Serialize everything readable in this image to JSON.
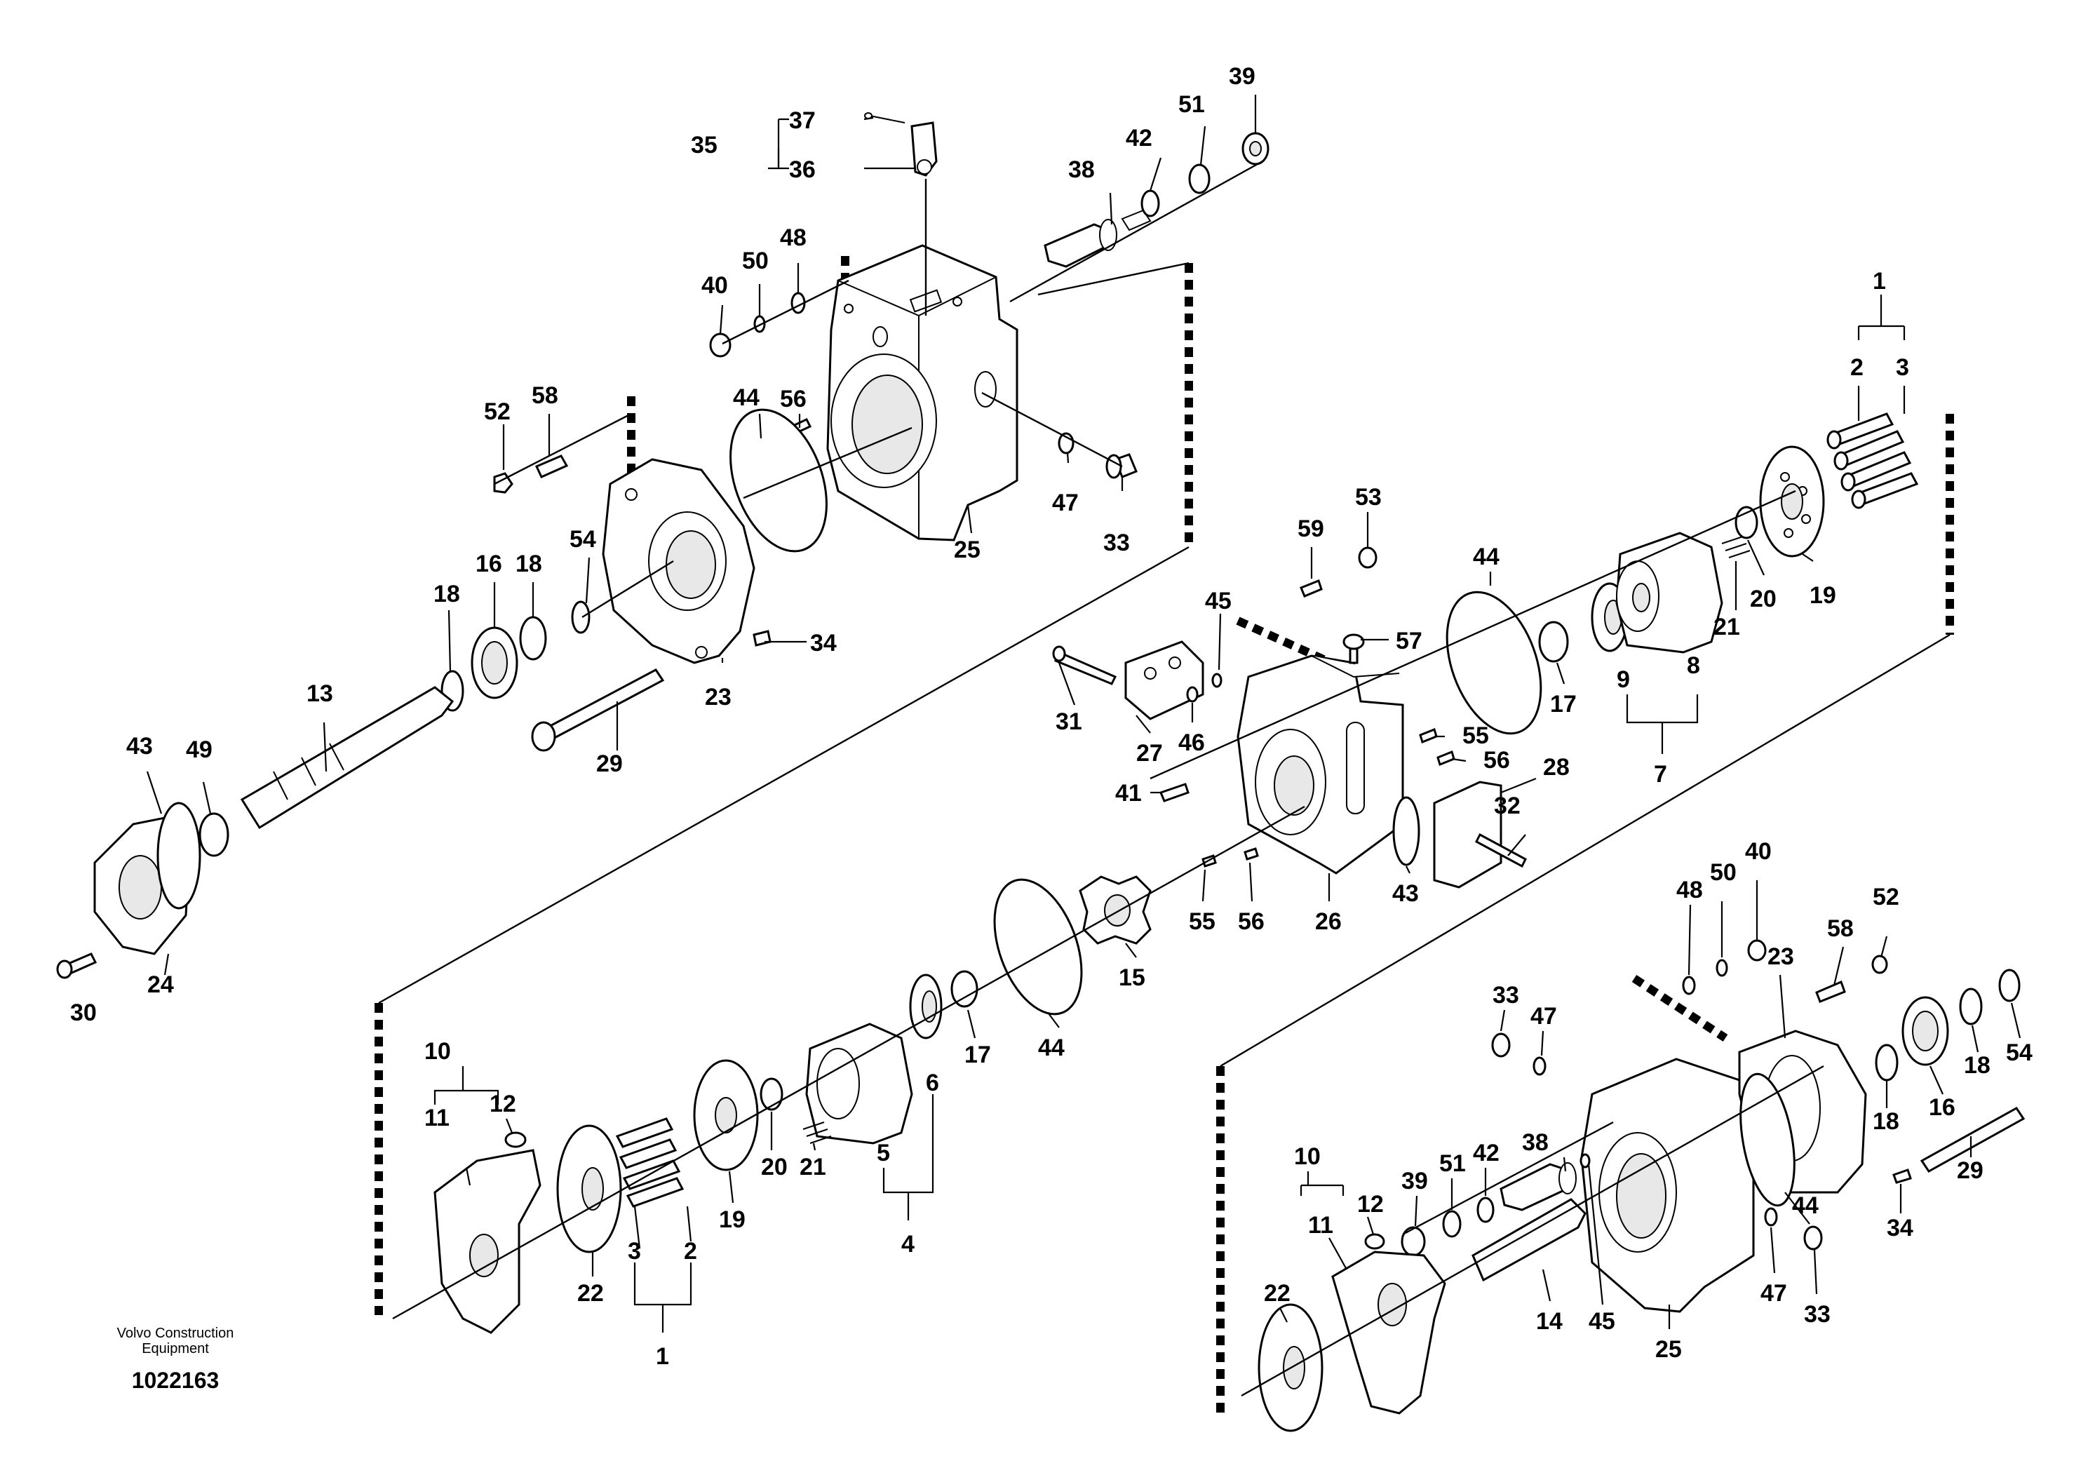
{
  "diagram": {
    "callouts": {
      "c35": "35",
      "c37": "37",
      "c36": "36",
      "c38": "38",
      "c42": "42",
      "c51": "51",
      "c39": "39",
      "c40": "40",
      "c50": "50",
      "c48": "48",
      "c52": "52",
      "c58": "58",
      "c56a": "56",
      "c44a": "44",
      "c47a": "47",
      "c33a": "33",
      "c25a": "25",
      "c54a": "54",
      "c18a": "18",
      "c16a": "16",
      "c18b": "18",
      "c13": "13",
      "c34a": "34",
      "c23a": "23",
      "c29a": "29",
      "c43a": "43",
      "c49": "49",
      "c24": "24",
      "c30": "30",
      "c1a": "1",
      "c2a": "2",
      "c3a": "3",
      "c19a": "19",
      "c20a": "20",
      "c21a": "21",
      "c8": "8",
      "c9": "9",
      "c7": "7",
      "c17a": "17",
      "c44b": "44",
      "c57": "57",
      "c53": "53",
      "c59": "59",
      "c45a": "45",
      "c31": "31",
      "c46": "46",
      "c27": "27",
      "c55a": "55",
      "c56b": "56",
      "c28": "28",
      "c32": "32",
      "c41": "41",
      "c43b": "43",
      "c55b": "55",
      "c56c": "56",
      "c26": "26",
      "c15": "15",
      "c10a": "10",
      "c12a": "12",
      "c11a": "11",
      "c22a": "22",
      "c3b": "3",
      "c2b": "2",
      "c1b": "1",
      "c19b": "19",
      "c20b": "20",
      "c21b": "21",
      "c5": "5",
      "c6": "6",
      "c4": "4",
      "c17b": "17",
      "c44c": "44",
      "c33b": "33",
      "c47b": "47",
      "c48b": "48",
      "c50b": "50",
      "c40b": "40",
      "c38b": "38",
      "c42b": "42",
      "c51b": "51",
      "c39b": "39",
      "c10b": "10",
      "c12b": "12",
      "c11b": "11",
      "c22b": "22",
      "c14": "14",
      "c45b": "45",
      "c25b": "25",
      "c47c": "47",
      "c33c": "33",
      "c44d": "44",
      "c23b": "23",
      "c58b": "58",
      "c52b": "52",
      "c18c": "18",
      "c16b": "16",
      "c18d": "18",
      "c54b": "54",
      "c29b": "29",
      "c34b": "34"
    }
  },
  "footer": {
    "brand_line1": "Volvo Construction",
    "brand_line2": "Equipment",
    "drawing_number": "1022163"
  }
}
